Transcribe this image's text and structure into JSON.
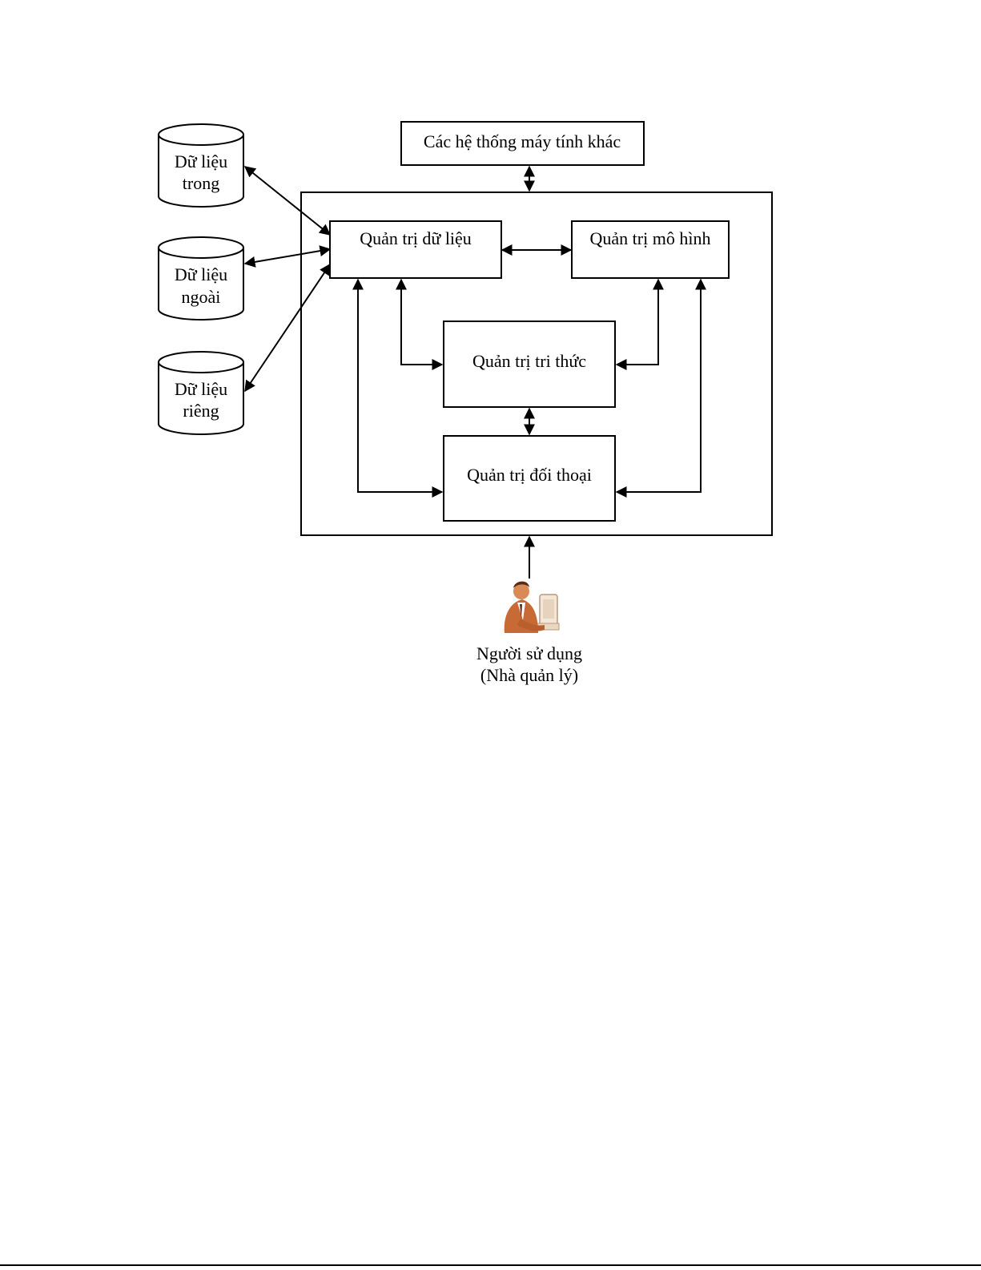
{
  "diagram": {
    "external_systems": "Các hệ thống máy tính khác",
    "data_stores": {
      "internal": {
        "line1": "Dữ liệu",
        "line2": "trong"
      },
      "external": {
        "line1": "Dữ liệu",
        "line2": "ngoài"
      },
      "private": {
        "line1": "Dữ liệu",
        "line2": "riêng"
      }
    },
    "modules": {
      "data_management": "Quản trị dữ liệu",
      "model_management": "Quản trị mô hình",
      "knowledge_management": "Quản trị tri thức",
      "dialog_management": "Quản trị đối thoại"
    },
    "user": {
      "line1": "Người sử dụng",
      "line2": "(Nhà quản lý)",
      "icon": "user-at-computer-icon"
    }
  }
}
